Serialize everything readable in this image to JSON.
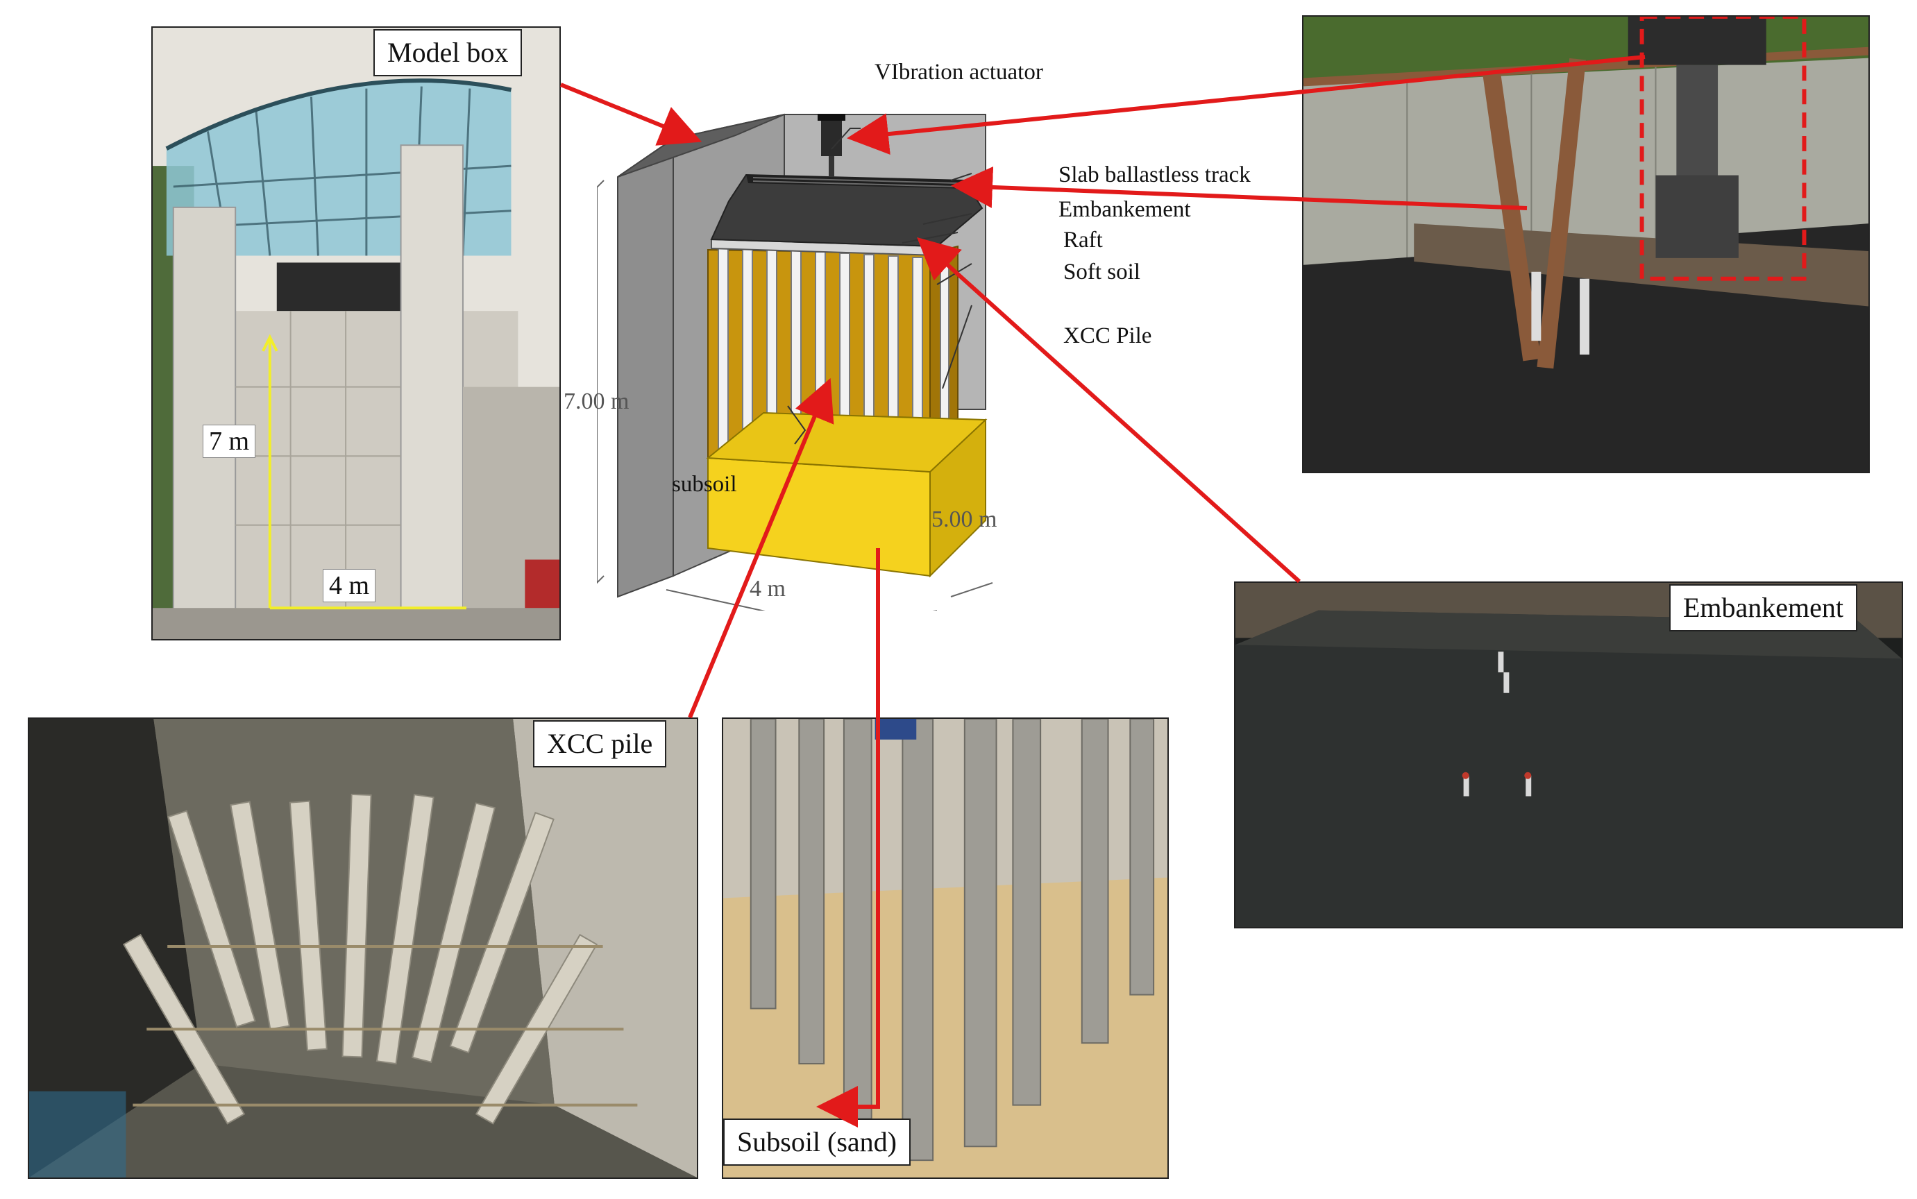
{
  "labels": {
    "model_box": "Model box",
    "xcc_pile_photo": "XCC pile",
    "subsoil_photo": "Subsoil (sand)",
    "embankment_photo": "Embankement"
  },
  "schematic": {
    "vibration_actuator": "VIbration actuator",
    "slab_track": "Slab ballastless track",
    "embankment": "Embankement",
    "raft": "Raft",
    "soft_soil": "Soft soil",
    "xcc_pile": "XCC Pile",
    "subsoil": "subsoil",
    "height": "7.00 m",
    "depth": "5.00 m",
    "width": "4 m"
  },
  "model_box_dims": {
    "height": "7 m",
    "width": "4 m"
  },
  "colors": {
    "arrow": "#e21a1a",
    "dimension": "#f2ee2a",
    "soil": "#c8950e",
    "subsoil": "#f5d21e",
    "wall": "#9a9a9a",
    "embankment": "#3c3c3c"
  }
}
